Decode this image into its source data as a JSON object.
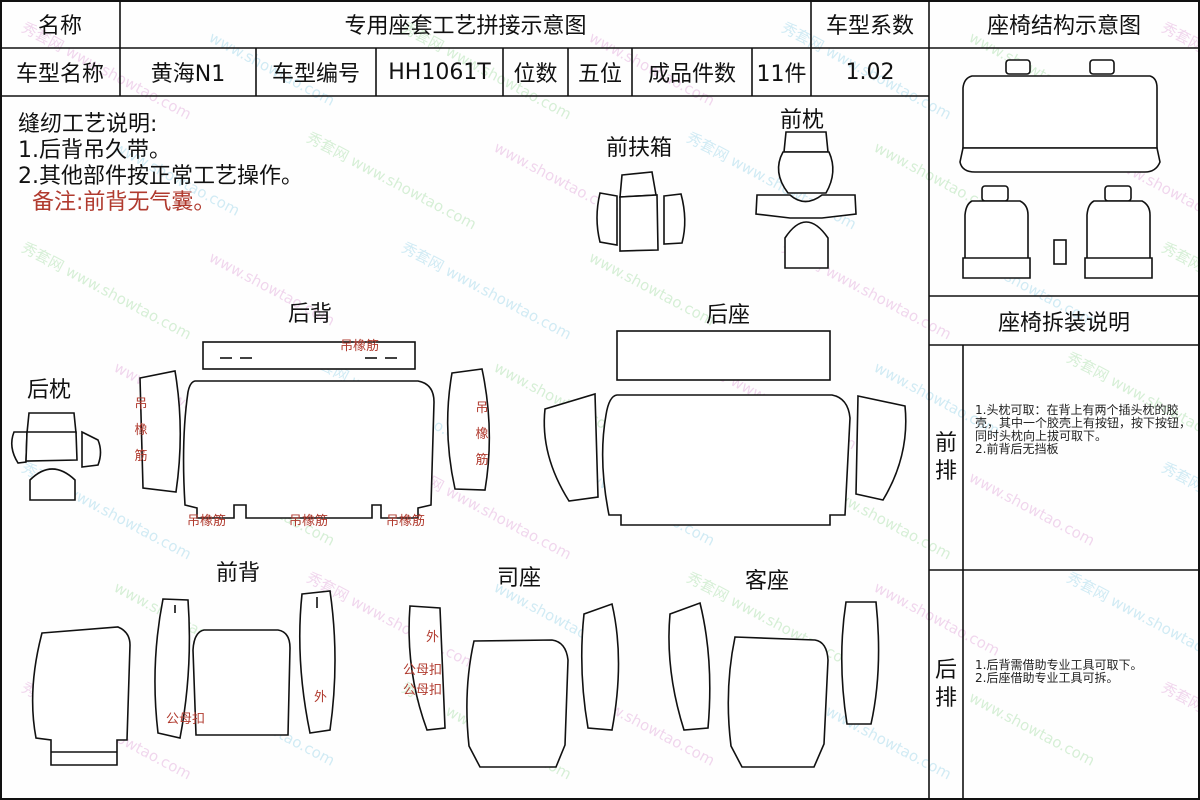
{
  "header": {
    "name_label": "名称",
    "title": "专用座套工艺拼接示意图",
    "coef_label": "车型系数",
    "structure_title": "座椅结构示意图"
  },
  "info": {
    "model_name_label": "车型名称",
    "model_name": "黄海N1",
    "model_code_label": "车型编号",
    "model_code": "HH1061T",
    "seats_label": "位数",
    "seats": "五位",
    "pieces_label": "成品件数",
    "pieces": "11件",
    "coef": "1.02"
  },
  "notes": {
    "heading": "缝纫工艺说明:",
    "line1": "1.后背吊久带。",
    "line2": "2.其他部件按正常工艺操作。",
    "remark": "备注:前背无气囊。"
  },
  "groups": {
    "front_armrest": "前扶箱",
    "front_headrest": "前枕",
    "rear_back": "后背",
    "rear_seat": "后座",
    "rear_headrest": "后枕",
    "front_back": "前背",
    "driver_seat": "司座",
    "passenger_seat": "客座"
  },
  "piece_labels": {
    "hanging_band": "吊橡筋",
    "hanging_band_v1": "吊",
    "hanging_band_v2": "橡",
    "hanging_band_v3": "筋",
    "outer": "外",
    "snap": "公母扣"
  },
  "install": {
    "title": "座椅拆装说明",
    "front_row_1": "前",
    "front_row_2": "排",
    "rear_row_1": "后",
    "rear_row_2": "排",
    "front_text": "1.头枕可取：在背上有两个插头枕的胶壳，其中一个胶壳上有按钮，按下按钮，同时头枕向上拔可取下。\n2.前背后无挡板",
    "rear_text": "1.后背需借助专业工具可取下。\n2.后座借助专业工具可拆。"
  },
  "watermark": {
    "brand": "秀套网",
    "site": "www.showtao.com"
  },
  "colors": {
    "line": "#111111",
    "red_text": "#b03a2e",
    "watermark_a": "#d98fd0",
    "watermark_b": "#7ec8e3",
    "watermark_c": "#8fd48f"
  }
}
